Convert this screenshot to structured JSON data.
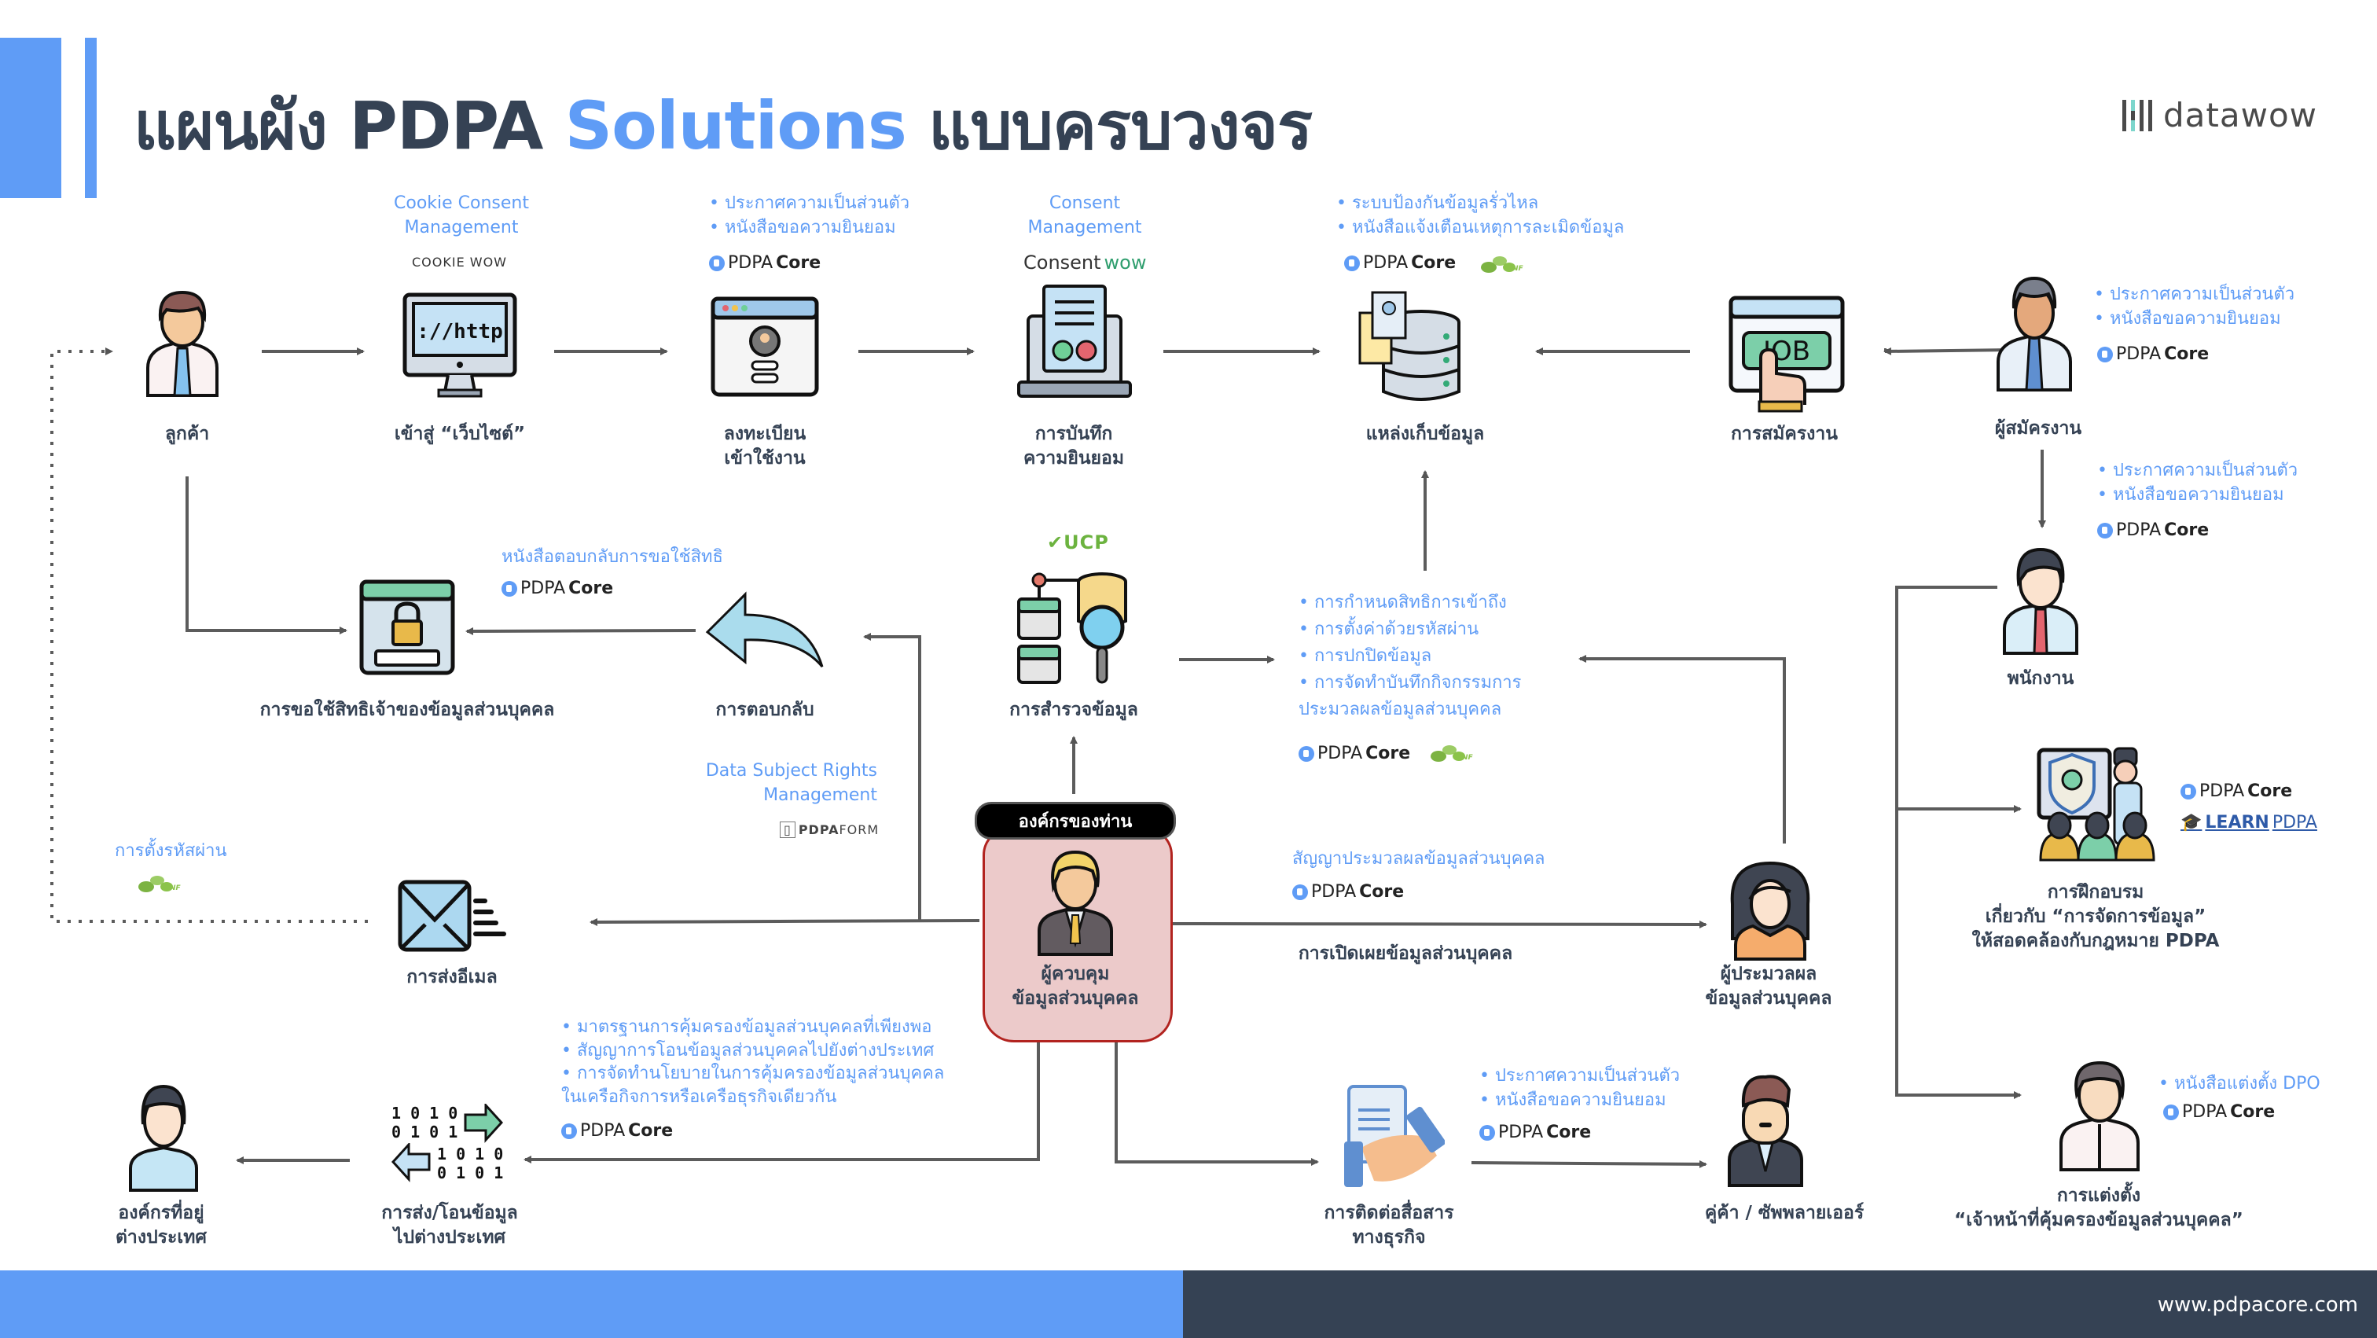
{
  "header": {
    "title_prefix": "แผนผัง PDPA ",
    "title_accent": "Solutions",
    "title_suffix": " แบบครบวงจร",
    "logo_text": "datawow"
  },
  "colors": {
    "accent": "#5f9cf6",
    "dark": "#354254",
    "controller_fill": "#eccaca",
    "controller_border": "#b2231f"
  },
  "nodes": {
    "customer": "ลูกค้า",
    "website": "เข้าสู่ “เว็บไซต์”",
    "register": [
      "ลงทะเบียน",
      "เข้าใช้งาน"
    ],
    "consent_record": [
      "การบันทึก",
      "ความยินยอม"
    ],
    "data_store": "แหล่งเก็บข้อมูล",
    "job_application": "การสมัครงาน",
    "applicant": "ผู้สมัครงาน",
    "employee": "พนักงาน",
    "rights_request": "การขอใช้สิทธิเจ้าของข้อมูลส่วนบุคคล",
    "response": "การตอบกลับ",
    "data_survey": "การสำรวจข้อมูล",
    "training": [
      "การฝึกอบรม",
      "เกี่ยวกับ “การจัดการข้อมูล”",
      "ให้สอดคล้องกับกฎหมาย PDPA"
    ],
    "org_tag": "องค์กรของท่าน",
    "controller": [
      "ผู้ควบคุม",
      "ข้อมูลส่วนบุคคล"
    ],
    "email": "การส่งอีเมล",
    "disclosure": "การเปิดเผยข้อมูลส่วนบุคคล",
    "processor": [
      "ผู้ประมวลผล",
      "ข้อมูลส่วนบุคคล"
    ],
    "overseas_org": [
      "องค์กรที่อยู่",
      "ต่างประเทศ"
    ],
    "transfer": [
      "การส่ง/โอนข้อมูล",
      "ไปต่างประเทศ"
    ],
    "business_contact": [
      "การติดต่อสื่อสาร",
      "ทางธุรกิจ"
    ],
    "partner": "คู่ค้า / ซัพพลายเออร์",
    "dpo": [
      "การแต่งตั้ง",
      "“เจ้าหน้าที่คุ้มครองข้อมูลส่วนบุคคล”"
    ]
  },
  "notes": {
    "cookie": [
      "Cookie Consent",
      "Management"
    ],
    "register": [
      "• ประกาศความเป็นส่วนตัว",
      "• หนังสือขอความยินยอม"
    ],
    "consent": [
      "Consent",
      "Management"
    ],
    "data_store": [
      "• ระบบป้องกันข้อมูลรั่วไหล",
      "• หนังสือแจ้งเตือนเหตุการละเมิดข้อมูล"
    ],
    "applicant": [
      "• ประกาศความเป็นส่วนตัว",
      "• หนังสือขอความยินยอม"
    ],
    "employee": [
      "• ประกาศความเป็นส่วนตัว",
      "• หนังสือขอความยินยอม"
    ],
    "response": "หนังสือตอบกลับการขอใช้สิทธิ",
    "security": [
      "• การกำหนดสิทธิการเข้าถึง",
      "• การตั้งค่าด้วยรหัสผ่าน",
      "• การปกปิดข้อมูล",
      "• การจัดทำบันทึกกิจกรรมการ",
      "ประมวลผลข้อมูลส่วนบุคคล"
    ],
    "dsr": [
      "Data Subject Rights",
      "Management"
    ],
    "password": "การตั้งรหัสผ่าน",
    "processing_contract": "สัญญาประมวลผลข้อมูลส่วนบุคคล",
    "transfer": [
      "• มาตรฐานการคุ้มครองข้อมูลส่วนบุคคลที่เพียงพอ",
      "• สัญญาการโอนข้อมูลส่วนบุคคลไปยังต่างประเทศ",
      "• การจัดทำนโยบายในการคุ้มครองข้อมูลส่วนบุคคล",
      "ในเครือกิจการหรือเครือธุรกิจเดียวกัน"
    ],
    "partner": [
      "• ประกาศความเป็นส่วนตัว",
      "• หนังสือขอความยินยอม"
    ],
    "dpo": "• หนังสือแต่งตั้ง DPO"
  },
  "brands": {
    "pdpacore_a": "PDPA",
    "pdpacore_b": "Core",
    "cookiewow": "COOKIE WOW",
    "consentwow_a": "Consent",
    "consentwow_b": "wow",
    "ucp": "UCP",
    "pdpaform_a": "PDPA",
    "pdpaform_b": "FORM",
    "learnpdpa_a": "LEARN",
    "learnpdpa_b": "PDPA",
    "nforce": "NFORCE SECURE"
  },
  "transfer_bits": {
    "row1": "1 0 1 0",
    "row2": "0 1 0 1"
  },
  "footer": {
    "url": "www.pdpacore.com"
  }
}
